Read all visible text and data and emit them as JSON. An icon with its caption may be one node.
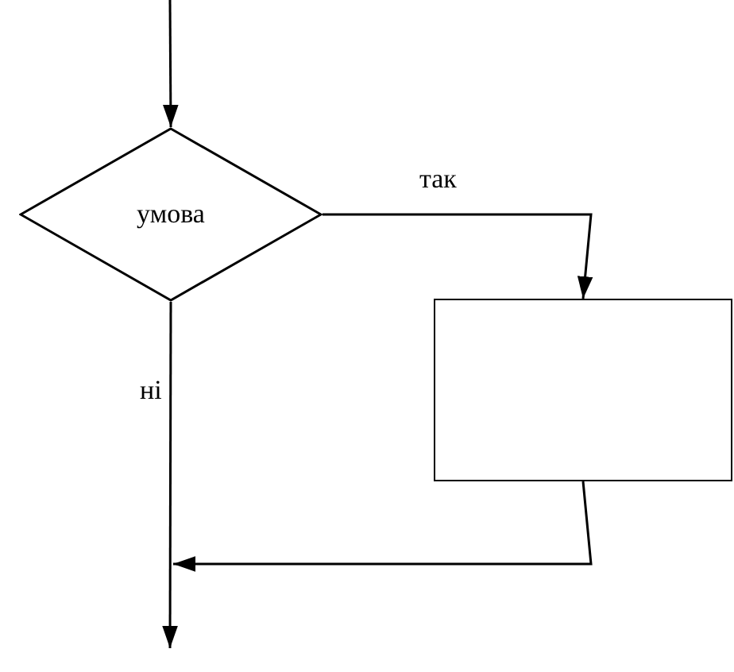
{
  "diagram": {
    "nodes": [
      {
        "text": [
          "умова"
        ]
      },
      {
        "text": [],
        "shape": "box"
      }
    ],
    "edges": [
      {
        "from": null,
        "to": 0,
        "arrow": "to"
      },
      {
        "from": 0,
        "to": 1,
        "arrow": "to",
        "label": "так"
      },
      {
        "from": 0,
        "to": null,
        "arrow": "to",
        "label": "ні"
      },
      {
        "from": 1,
        "to": null,
        "arrow": "to"
      }
    ]
  }
}
